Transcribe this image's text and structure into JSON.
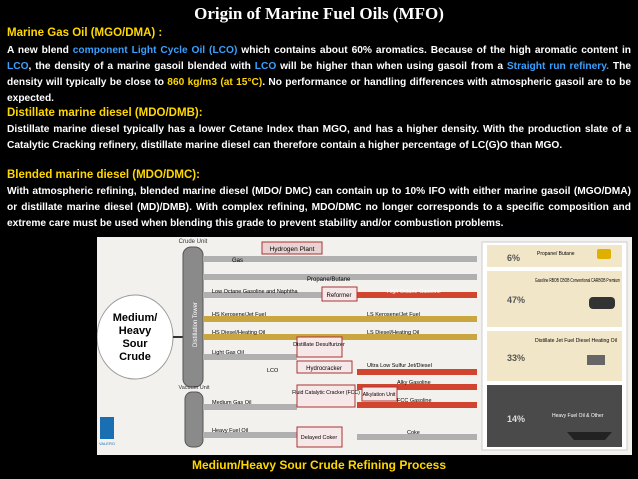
{
  "title": "Origin of Marine Fuel Oils (MFO)",
  "sec1": {
    "heading": "Marine Gas Oil (MGO/DMA) :",
    "t1": "A new blend ",
    "lcl": "component Light Cycle Oil (LCO)",
    "t2": " which contains about 60% aromatics. Because of the high aromatic content in ",
    "lco1": "LCO",
    "t3": ", the density of a marine gasoil blended with ",
    "lco2": "LCO",
    "t4": " will be higher than when using gasoil from a ",
    "srr": "Straight run refinery.",
    "t5": " The density will typically be close to ",
    "dens": "860 kg/m3 (at 15°C)",
    "t6": ". No performance or handling differences with atmospheric gasoil are to be expected."
  },
  "sec2": {
    "heading": "Distillate marine diesel (MDO/DMB):",
    "text": "Distillate marine diesel typically has a lower Cetane Index than MGO, and has a higher density. With the production slate of a Catalytic Cracking refinery, distillate marine diesel can therefore contain a higher percentage of LC(G)O than MGO."
  },
  "sec3": {
    "heading": "Blended marine diesel (MDO/DMC):",
    "text": "With atmospheric refining, blended marine diesel (MDO/ DMC) can contain up to 10% IFO with either marine gasoil (MGO/DMA) or distillate marine diesel (MD)/DMB). With complex refining, MDO/DMC no longer corresponds to a specific composition and extreme care must be used when blending this grade to prevent stability and/or combustion problems."
  },
  "diagram": {
    "crude_label": "Medium/ Heavy Sour Crude",
    "crude_unit": "Crude Unit",
    "vacuum_unit": "Vacuum Unit",
    "distillation": "Distillation Tower",
    "hydrogen_plant": "Hydrogen Plant",
    "gas": "Gas",
    "propane_butane_line": "Propane/Butane",
    "low_octane": "Low Octane Gasoline and Naphtha",
    "reformer": "Reformer",
    "high_octane": "High Octane Gasoline",
    "hs_kero": "HS Kerosene/Jet Fuel",
    "ls_kero": "LS Kerosene/Jet Fuel",
    "hs_diesel": "HS Diesel/Heating Oil",
    "ls_diesel": "LS Diesel/Heating Oil",
    "distillate_desulf": "Distillate Desulfurizer",
    "light_gas_oil": "Light Gas Oil",
    "hydrocracker": "Hydrocracker",
    "ulsj": "Ultra Low Sulfur Jet/Diesel",
    "lco": "LCO",
    "alkylation": "Alkylation Unit",
    "alky_gasoline": "Alky Gasoline",
    "medium_gas_oil": "Medium Gas Oil",
    "fcc": "Fluid Catalytic Cracker (FCC)",
    "fcc_gasoline": "FCC Gasoline",
    "heavy_fuel_oil": "Heavy Fuel Oil",
    "delayed_coker": "Delayed Coker",
    "coke": "Coke",
    "pct1": "6%",
    "pct2": "47%",
    "pct3": "33%",
    "pct4": "14%",
    "out1": "Propane/ Butane",
    "out2": "Gasoline RBOB CBOB Conventional CARBOB Premium",
    "out3": "Distillate Jet Fuel Diesel Heating Oil",
    "out4": "Heavy Fuel Oil & Other",
    "logo_text": "VALERO"
  },
  "caption": "Medium/Heavy Sour Crude Refining Process"
}
